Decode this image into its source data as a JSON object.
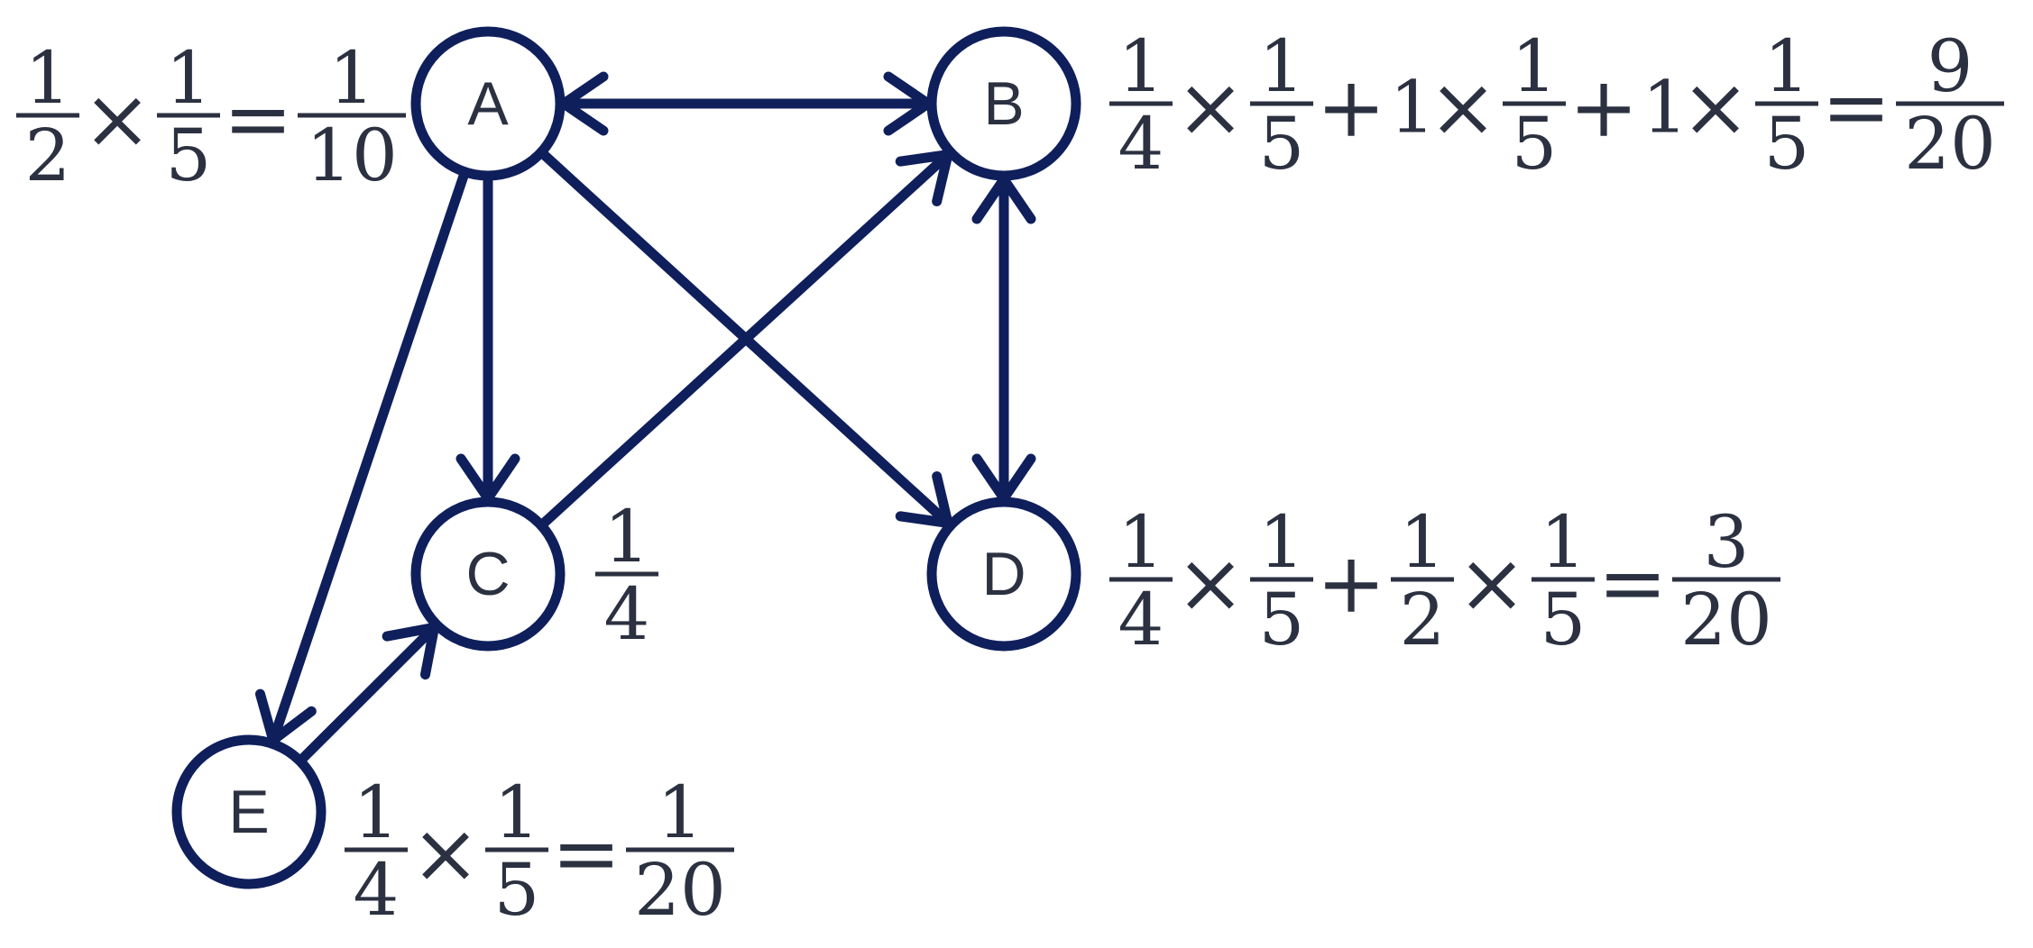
{
  "nodes": [
    {
      "id": "A",
      "label": "A"
    },
    {
      "id": "B",
      "label": "B"
    },
    {
      "id": "C",
      "label": "C"
    },
    {
      "id": "D",
      "label": "D"
    },
    {
      "id": "E",
      "label": "E"
    }
  ],
  "edges": [
    {
      "from": "A",
      "to": "B",
      "bidirectional": true
    },
    {
      "from": "A",
      "to": "C",
      "bidirectional": false
    },
    {
      "from": "A",
      "to": "D",
      "bidirectional": false
    },
    {
      "from": "A",
      "to": "E",
      "bidirectional": false
    },
    {
      "from": "C",
      "to": "B",
      "bidirectional": false
    },
    {
      "from": "B",
      "to": "D",
      "bidirectional": true
    },
    {
      "from": "E",
      "to": "C",
      "bidirectional": false
    }
  ],
  "formulas": {
    "A": [
      {
        "num": "1",
        "den": "2"
      },
      {
        "op": "×"
      },
      {
        "num": "1",
        "den": "5"
      },
      {
        "op": "="
      },
      {
        "num": "1",
        "den": "10"
      }
    ],
    "B": [
      {
        "num": "1",
        "den": "4"
      },
      {
        "op": "×"
      },
      {
        "num": "1",
        "den": "5"
      },
      {
        "op": "+"
      },
      {
        "text": "1"
      },
      {
        "op": "×"
      },
      {
        "num": "1",
        "den": "5"
      },
      {
        "op": "+"
      },
      {
        "text": "1"
      },
      {
        "op": "×"
      },
      {
        "num": "1",
        "den": "5"
      },
      {
        "op": "="
      },
      {
        "num": "9",
        "den": "20"
      }
    ],
    "C": [
      {
        "num": "1",
        "den": "4"
      }
    ],
    "D": [
      {
        "num": "1",
        "den": "4"
      },
      {
        "op": "×"
      },
      {
        "num": "1",
        "den": "5"
      },
      {
        "op": "+"
      },
      {
        "num": "1",
        "den": "2"
      },
      {
        "op": "×"
      },
      {
        "num": "1",
        "den": "5"
      },
      {
        "op": "="
      },
      {
        "num": "3",
        "den": "20"
      }
    ],
    "E": [
      {
        "num": "1",
        "den": "4"
      },
      {
        "op": "×"
      },
      {
        "num": "1",
        "den": "5"
      },
      {
        "op": "="
      },
      {
        "num": "1",
        "den": "20"
      }
    ]
  },
  "colors": {
    "stroke": "#0f1f5c",
    "text": "#2b3140",
    "background": "#ffffff"
  }
}
